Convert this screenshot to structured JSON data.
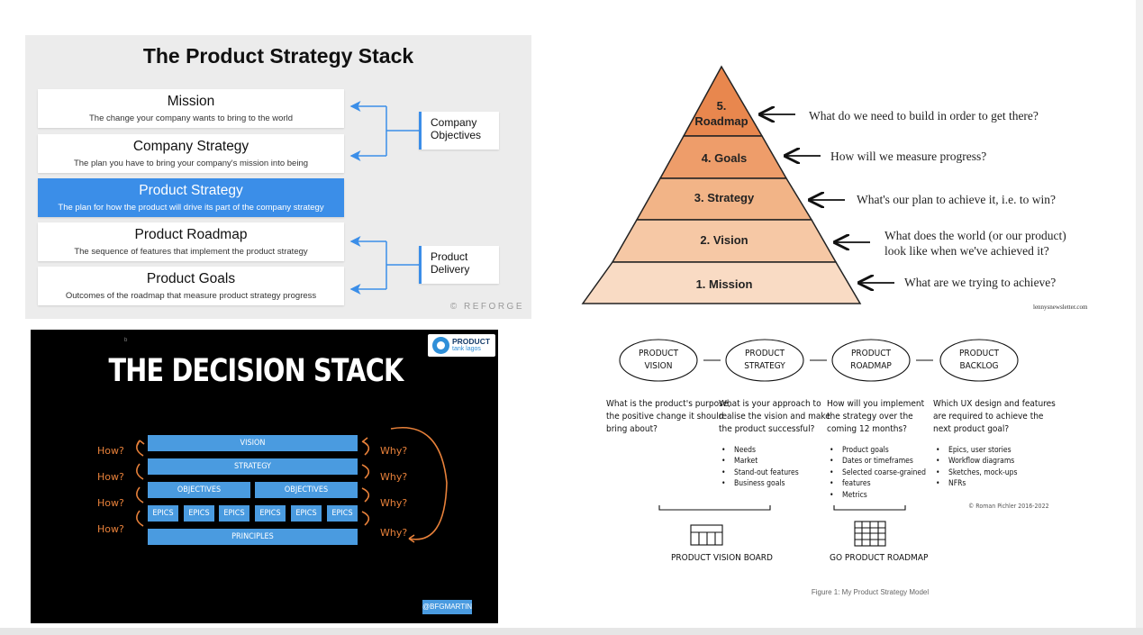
{
  "stack": {
    "title": "The Product Strategy Stack",
    "boxes": [
      {
        "title": "Mission",
        "subtitle": "The change your company wants to bring to the world"
      },
      {
        "title": "Company Strategy",
        "subtitle": "The plan you have to bring your company's mission into being"
      },
      {
        "title": "Product Strategy",
        "subtitle": "The plan for how the product will drive its part of the company strategy"
      },
      {
        "title": "Product Roadmap",
        "subtitle": "The sequence of features that implement the product strategy"
      },
      {
        "title": "Product Goals",
        "subtitle": "Outcomes of the roadmap that measure product strategy progress"
      }
    ],
    "side": {
      "company": [
        "Company",
        "Objectives"
      ],
      "delivery": [
        "Product",
        "Delivery"
      ]
    },
    "credit": "© REFORGE",
    "highlight_color": "#3b8ee8"
  },
  "pyramid": {
    "levels": [
      {
        "label_line1": "5.",
        "label_line2": "Roadmap",
        "question": "What do we need to build in order to get there?"
      },
      {
        "label": "4. Goals",
        "question": "How will we measure progress?"
      },
      {
        "label": "3. Strategy",
        "question": "What's our plan to achieve it, i.e. to win?"
      },
      {
        "label": "2. Vision",
        "question_line1": "What does the world (or our product)",
        "question_line2": "look like when we've achieved it?"
      },
      {
        "label": "1. Mission",
        "question": "What are we trying to achieve?"
      }
    ],
    "source": "lennysnewsletter.com",
    "colors": [
      "#e8874e",
      "#ee9d6a",
      "#f2b487",
      "#f6c8a5",
      "#f9dbc4"
    ]
  },
  "decision": {
    "title": "THE DECISION STACK",
    "logo": {
      "line1": "PRODUCT",
      "line2": "tank lagos"
    },
    "tiny_mark": "b",
    "rows": {
      "vision": "VISION",
      "strategy": "STRATEGY",
      "objectives": "OBJECTIVES",
      "epics": "EPICS",
      "principles": "PRINCIPLES"
    },
    "how": "How?",
    "why": "Why?",
    "handle": "@BFGMARTIN",
    "accent": "#e8813a",
    "bar_color": "#4a9be0"
  },
  "model": {
    "stages": [
      {
        "line1": "PRODUCT",
        "line2": "VISION"
      },
      {
        "line1": "PRODUCT",
        "line2": "STRATEGY"
      },
      {
        "line1": "PRODUCT",
        "line2": "ROADMAP"
      },
      {
        "line1": "PRODUCT",
        "line2": "BACKLOG"
      }
    ],
    "questions": [
      [
        "What is the product's purpose,",
        "the positive change it should",
        "bring about?"
      ],
      [
        "What is your approach to",
        "realise the vision and make",
        "the product successful?"
      ],
      [
        "How will you implement",
        "the strategy over the",
        "coming 12 months?"
      ],
      [
        "Which UX design and features",
        "are required to achieve the",
        "next product goal?"
      ]
    ],
    "bullets_strategy": [
      "Needs",
      "Market",
      "Stand-out features",
      "Business goals"
    ],
    "bullets_roadmap": [
      "Product goals",
      "Dates or timeframes",
      "Selected coarse-grained",
      "features",
      "Metrics"
    ],
    "bullets_backlog": [
      "Epics, user stories",
      "Workflow diagrams",
      "Sketches, mock-ups",
      "NFRs"
    ],
    "board_caption": "PRODUCT VISION BOARD",
    "roadmap_caption": "GO PRODUCT  ROADMAP",
    "copyright": "© Roman Pichler 2016-2022",
    "figure_caption": "Figure 1: My Product Strategy Model"
  }
}
